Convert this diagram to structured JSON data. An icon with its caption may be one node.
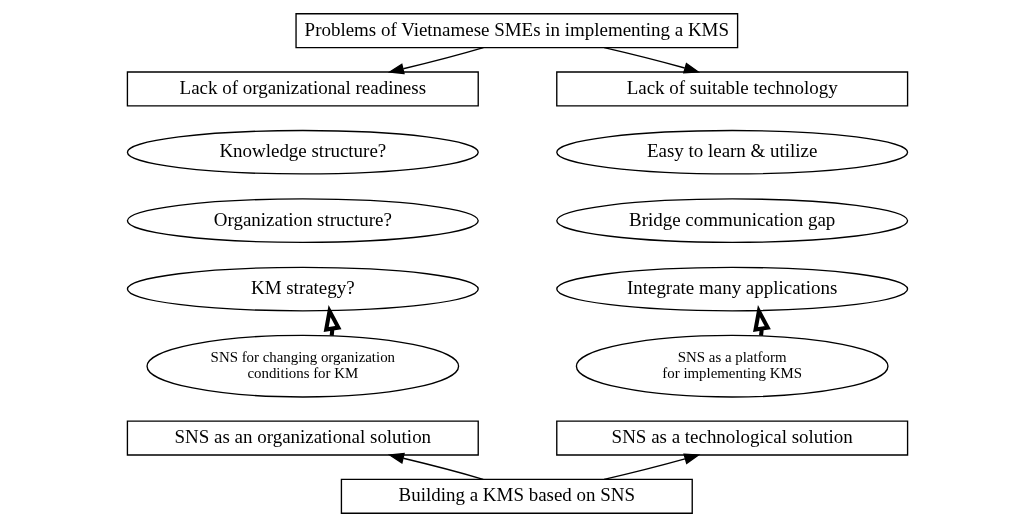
{
  "diagram": {
    "nodes": [
      {
        "text": [
          "Problems of Vietnamese SMEs in implementing a KMS"
        ]
      },
      {
        "text": [
          "Lack of organizational readiness"
        ]
      },
      {
        "text": [
          "Lack of suitable technology"
        ]
      },
      {
        "text": [
          "Knowledge structure?"
        ]
      },
      {
        "text": [
          "Organization structure?"
        ]
      },
      {
        "text": [
          "KM strategy?"
        ]
      },
      {
        "text": [
          "Easy to learn & utilize"
        ]
      },
      {
        "text": [
          "Bridge communication gap"
        ]
      },
      {
        "text": [
          "Integrate many applications"
        ]
      },
      {
        "text": [
          "SNS for changing organization conditions for KM"
        ]
      },
      {
        "text": [
          "SNS as a platform for implementing KMS"
        ]
      },
      {
        "text": [
          "SNS as an organizational solution"
        ]
      },
      {
        "text": [
          "SNS as a technological solution"
        ]
      },
      {
        "text": [
          "Building a KMS based on SNS"
        ]
      }
    ],
    "edges": [
      {
        "from": 0,
        "to": 1,
        "arrow": "to"
      },
      {
        "from": 0,
        "to": 2,
        "arrow": "to"
      },
      {
        "from": 9,
        "to": 5,
        "arrow": "to",
        "style": "thick"
      },
      {
        "from": 10,
        "to": 8,
        "arrow": "to",
        "style": "thick"
      },
      {
        "from": 13,
        "to": 11,
        "arrow": "to"
      },
      {
        "from": 13,
        "to": 12,
        "arrow": "to"
      }
    ]
  }
}
